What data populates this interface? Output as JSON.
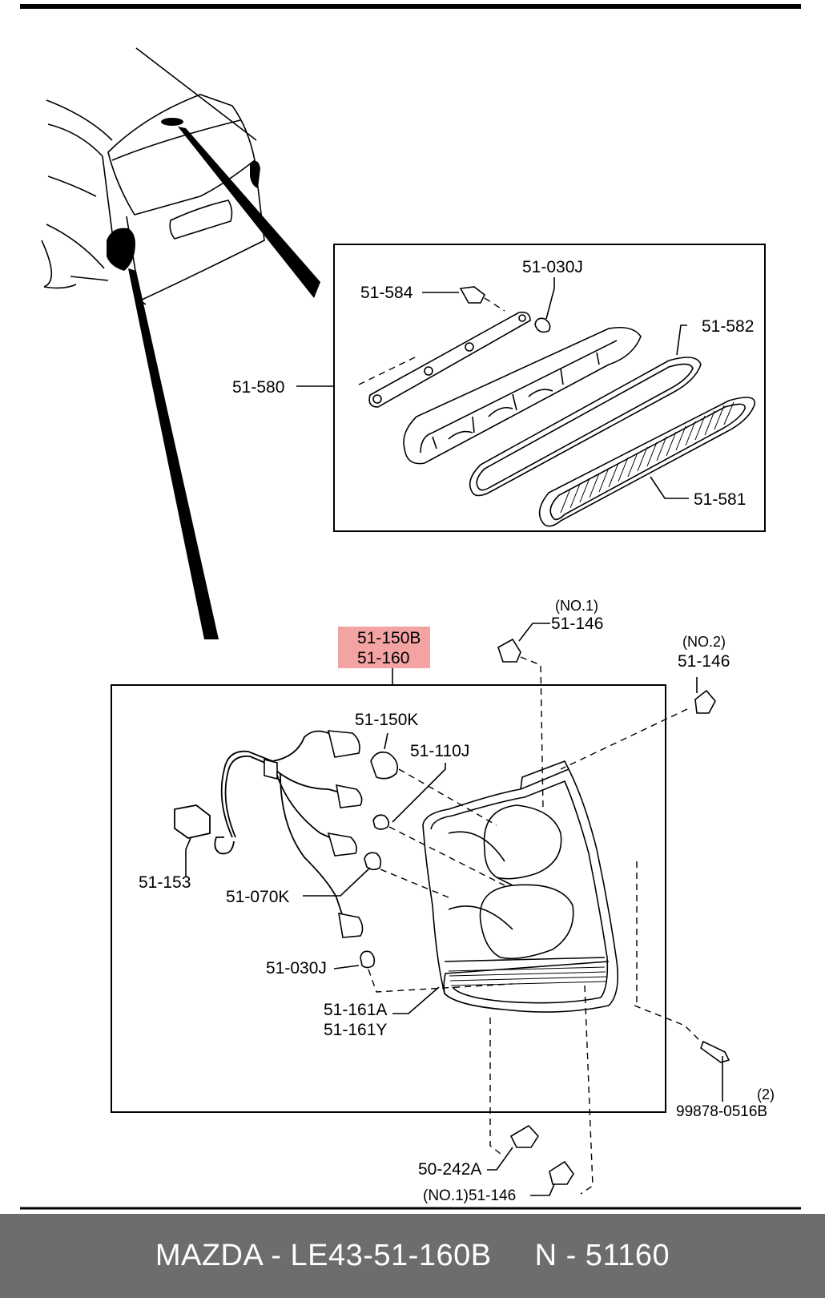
{
  "diagram": {
    "upper_callouts": {
      "p51_584": "51-584",
      "p51_030J_top": "51-030J",
      "p51_582": "51-582",
      "p51_580": "51-580",
      "p51_581": "51-581"
    },
    "lower_callouts": {
      "assembly_a": "51-150B",
      "assembly_b": "51-160",
      "p51_150K": "51-150K",
      "p51_110J": "51-110J",
      "p51_153": "51-153",
      "p51_070K": "51-070K",
      "p51_030J": "51-030J",
      "p51_161A": "51-161A",
      "p51_161Y": "51-161Y",
      "no1_top_note": "(NO.1)",
      "no1_top_part": "51-146",
      "no2_note": "(NO.2)",
      "no2_part": "51-146",
      "screw_qty": "(2)",
      "screw_part": "99878-0516B",
      "p50_242A": "50-242A",
      "no1_bottom": "(NO.1)51-146"
    },
    "highlight_color": "#f4a3a3"
  },
  "footer": {
    "left": "MAZDA - LE43-51-160B",
    "right": "N - 51160"
  }
}
